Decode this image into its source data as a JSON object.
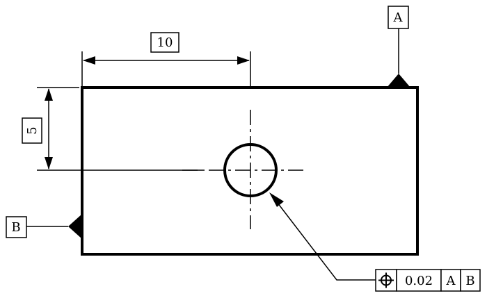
{
  "dimensions": {
    "horizontal": "10",
    "vertical": "5"
  },
  "datums": {
    "top": "A",
    "left": "B"
  },
  "feature_control_frame": {
    "symbol": "position-icon",
    "tolerance": "0.02",
    "datum_primary": "A",
    "datum_secondary": "B"
  }
}
